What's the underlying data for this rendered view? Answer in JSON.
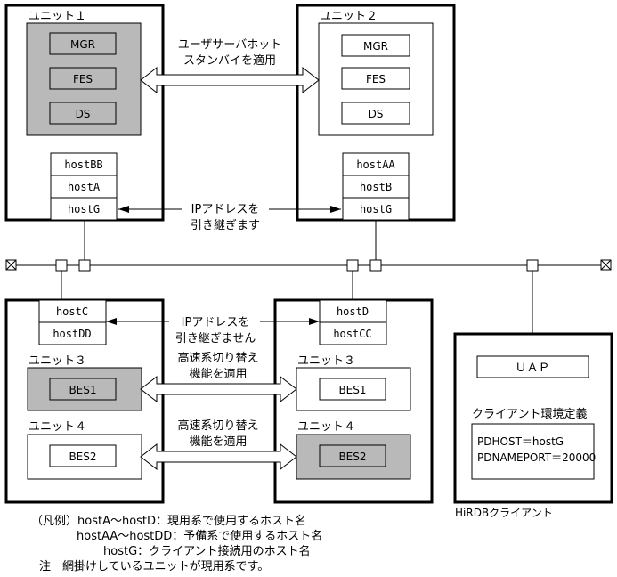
{
  "units": {
    "u1_title": "ユニット１",
    "u2_title": "ユニット２",
    "u3_left_title": "ユニット３",
    "u4_left_title": "ユニット４",
    "u3_right_title": "ユニット３",
    "u4_right_title": "ユニット４"
  },
  "servers": {
    "mgr": "MGR",
    "fes": "FES",
    "ds": "DS",
    "bes1": "BES1",
    "bes2": "BES2"
  },
  "hosts": {
    "hostBB": "hostBB",
    "hostA": "hostA",
    "hostG": "hostG",
    "hostAA": "hostAA",
    "hostB": "hostB",
    "hostC": "hostC",
    "hostDD": "hostDD",
    "hostD": "hostD",
    "hostCC": "hostCC"
  },
  "arrows": {
    "user_standby_1": "ユーザサーバホット",
    "user_standby_2": "スタンバイを適用",
    "ip_inherit_1": "IPアドレスを",
    "ip_inherit_2": "引き継ぎます",
    "ip_no_inherit_1": "IPアドレスを",
    "ip_no_inherit_2": "引き継ぎません",
    "fast_switch_1a": "高速系切り替え",
    "fast_switch_1b": "機能を適用",
    "fast_switch_2a": "高速系切り替え",
    "fast_switch_2b": "機能を適用"
  },
  "client": {
    "uap": "ＵＡＰ",
    "env_title": "クライアント環境定義",
    "env_line1": "PDHOST＝hostG",
    "env_line2": "PDNAMEPORT＝20000",
    "caption": "HiRDBクライアント"
  },
  "legend": {
    "line1": "（凡例）hostA～hostD：現用系で使用するホスト名",
    "line2": "hostAA～hostDD：予備系で使用するホスト名",
    "line3": "hostG：クライアント接続用のホスト名",
    "line4": "注　網掛けしているユニットが現用系です。"
  },
  "colors": {
    "active_fill": "#b9b9b9",
    "line": "#000000",
    "background": "#ffffff"
  }
}
